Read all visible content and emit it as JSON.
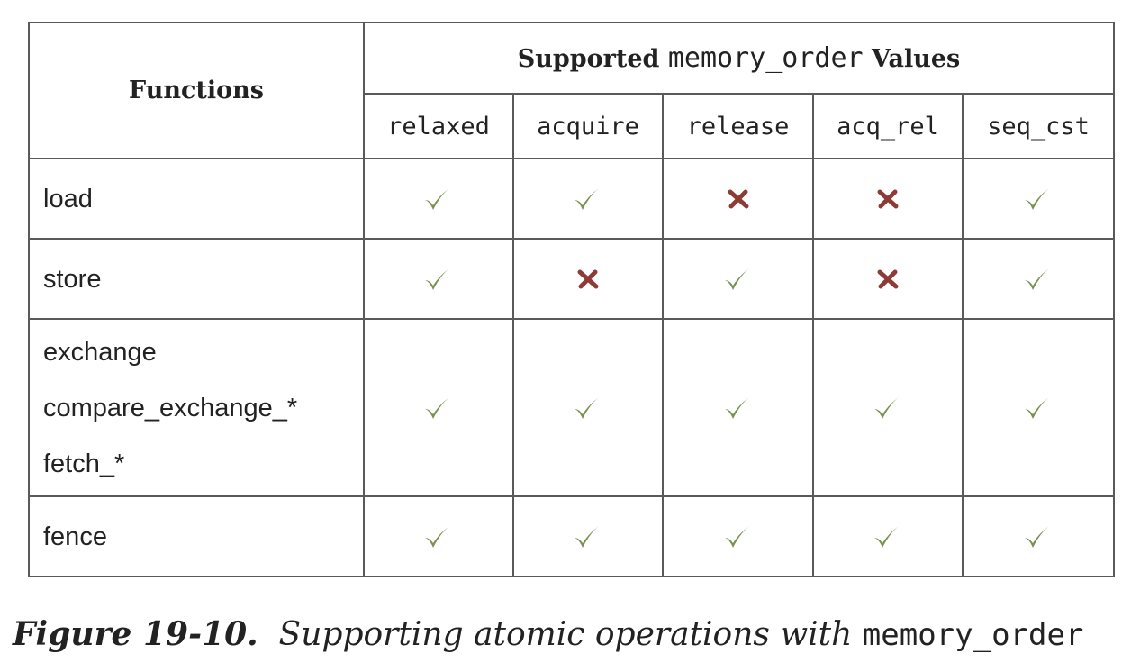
{
  "table": {
    "functions_header": "Functions",
    "group_header": {
      "prefix": "Supported",
      "code": "memory_order",
      "suffix": "Values"
    },
    "columns": [
      "relaxed",
      "acquire",
      "release",
      "acq_rel",
      "seq_cst"
    ],
    "rows": [
      {
        "functions": [
          "load"
        ],
        "marks": [
          "check",
          "check",
          "cross",
          "cross",
          "check"
        ]
      },
      {
        "functions": [
          "store"
        ],
        "marks": [
          "check",
          "cross",
          "check",
          "cross",
          "check"
        ]
      },
      {
        "functions": [
          "exchange",
          "compare_exchange_*",
          "fetch_*"
        ],
        "marks": [
          "check",
          "check",
          "check",
          "check",
          "check"
        ]
      },
      {
        "functions": [
          "fence"
        ],
        "marks": [
          "check",
          "check",
          "check",
          "check",
          "check"
        ]
      }
    ]
  },
  "caption": {
    "figure_label": "Figure 19-10.",
    "text": "Supporting atomic operations with",
    "code": "memory_order"
  },
  "colors": {
    "check": "#7a9150",
    "cross": "#8e3b36"
  }
}
